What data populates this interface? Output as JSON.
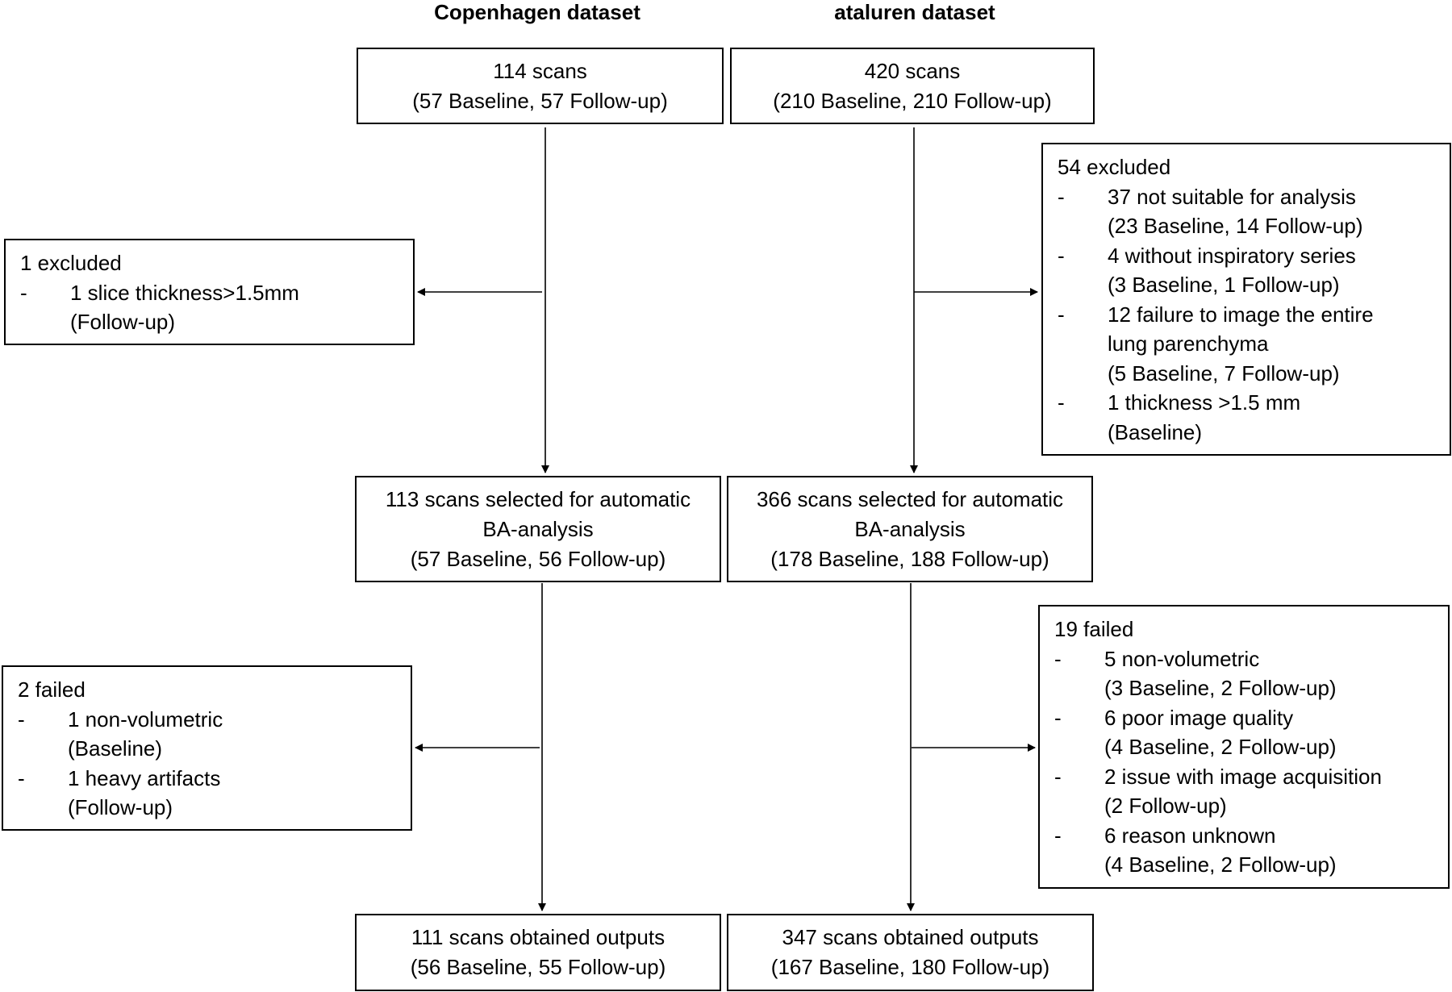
{
  "headers": {
    "left": "Copenhagen dataset",
    "right": "ataluren dataset"
  },
  "left": {
    "start": {
      "lines": [
        "114 scans",
        "(57 Baseline, 57 Follow-up)"
      ]
    },
    "selected": {
      "lines": [
        "113 scans selected for automatic",
        "BA-analysis",
        "(57 Baseline, 56 Follow-up)"
      ]
    },
    "outputs": {
      "lines": [
        "111 scans obtained outputs",
        "(56 Baseline, 55 Follow-up)"
      ]
    },
    "excluded": {
      "title": "1 excluded",
      "items": [
        {
          "dash": "-",
          "text": "1 slice thickness>1.5mm",
          "sub": [
            "(Follow-up)"
          ]
        }
      ]
    },
    "failed": {
      "title": "2 failed",
      "items": [
        {
          "dash": "-",
          "text": "1 non-volumetric",
          "sub": [
            "(Baseline)"
          ]
        },
        {
          "dash": "-",
          "text": "1 heavy artifacts",
          "sub": [
            "(Follow-up)"
          ]
        }
      ]
    }
  },
  "right": {
    "start": {
      "lines": [
        "420 scans",
        "(210 Baseline, 210 Follow-up)"
      ]
    },
    "selected": {
      "lines": [
        "366 scans selected for automatic",
        "BA-analysis",
        "(178 Baseline, 188 Follow-up)"
      ]
    },
    "outputs": {
      "lines": [
        "347 scans obtained outputs",
        "(167 Baseline, 180 Follow-up)"
      ]
    },
    "excluded": {
      "title": "54 excluded",
      "items": [
        {
          "dash": "-",
          "text": "37 not suitable for analysis",
          "sub": [
            "(23 Baseline, 14 Follow-up)"
          ]
        },
        {
          "dash": "-",
          "text": "4 without inspiratory series",
          "sub": [
            "(3 Baseline, 1 Follow-up)"
          ]
        },
        {
          "dash": "-",
          "text": "12 failure to image the entire",
          "sub": [
            "lung parenchyma",
            "(5 Baseline, 7 Follow-up)"
          ]
        },
        {
          "dash": "-",
          "text": "1 thickness >1.5 mm",
          "sub": [
            "(Baseline)"
          ]
        }
      ]
    },
    "failed": {
      "title": "19 failed",
      "items": [
        {
          "dash": "-",
          "text": "5 non-volumetric",
          "sub": [
            "(3 Baseline, 2 Follow-up)"
          ]
        },
        {
          "dash": "-",
          "text": "6 poor image quality",
          "sub": [
            "(4 Baseline, 2 Follow-up)"
          ]
        },
        {
          "dash": "-",
          "text": "2 issue with image acquisition",
          "sub": [
            "(2 Follow-up)"
          ]
        },
        {
          "dash": "-",
          "text": "6 reason unknown",
          "sub": [
            "(4 Baseline, 2 Follow-up)"
          ]
        }
      ]
    }
  }
}
